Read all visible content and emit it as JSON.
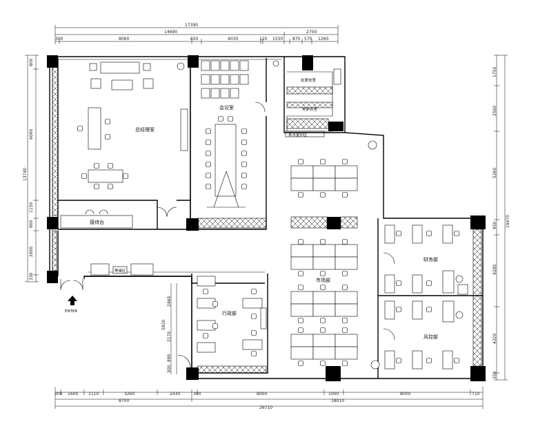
{
  "dimensions": {
    "top_total": "17390",
    "top_sub_left": "14690",
    "top_sub_right": "2700",
    "top_segments": [
      "300",
      "8060",
      "650",
      "4030",
      "120",
      "1530",
      "870",
      "570",
      "1260"
    ],
    "bottom_segments": [
      "300",
      "1600",
      "1110",
      "3260",
      "2430",
      "300",
      "8000",
      "1000",
      "8000",
      "710"
    ],
    "bottom_sub_left": "8700",
    "bottom_sub_right": "18010",
    "bottom_total": "26710",
    "left_segments": [
      "800",
      "6060",
      "1150",
      "800",
      "2600",
      "330"
    ],
    "left_total": "13740",
    "right_segments": [
      "1750",
      "2560",
      "5260",
      "950",
      "4280",
      "4320",
      "350"
    ],
    "right_total": "19470",
    "inner_segments": [
      "2460",
      "5820",
      "2170",
      "890",
      "300"
    ]
  },
  "rooms": {
    "manager": "总经理室",
    "meeting": "会议室",
    "reception": "接待台",
    "waiting": "等候区",
    "female_wc": "女更衣室",
    "male_wc": "男更衣室",
    "pantry": "茶水复印区",
    "admin": "行政部",
    "marketing": "市场部",
    "finance": "财务部",
    "risk": "风控部"
  },
  "entrance": {
    "label": "ENTER",
    "icon": "arrow-up-icon"
  }
}
